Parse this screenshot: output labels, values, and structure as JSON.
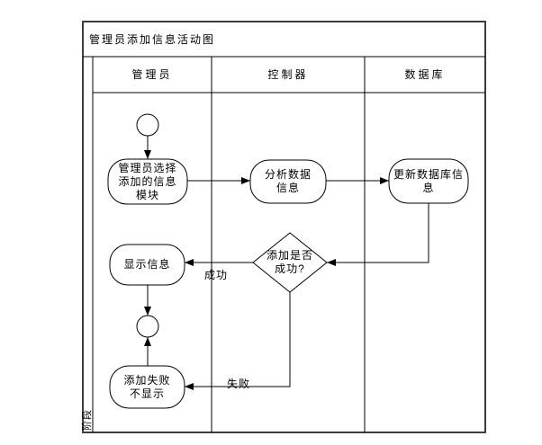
{
  "diagram": {
    "title": "管理员添加信息活动图",
    "phase_label": "阶段",
    "lanes": [
      {
        "label": "管理员"
      },
      {
        "label": "控制器"
      },
      {
        "label": "数据库"
      }
    ],
    "nodes": {
      "select_module": "管理员选择\n添加的信息\n模块",
      "analyze_data": "分析数据\n信息",
      "update_db": "更新数据库信\n息",
      "decision": "添加是否\n成功?",
      "display_info": "显示信息",
      "fail_no_display": "添加失败\n不显示"
    },
    "edge_labels": {
      "success": "成功",
      "failure": "失败"
    },
    "colors": {
      "line": "#000000",
      "frame": "#3d3d3d",
      "background": "#ffffff"
    }
  }
}
